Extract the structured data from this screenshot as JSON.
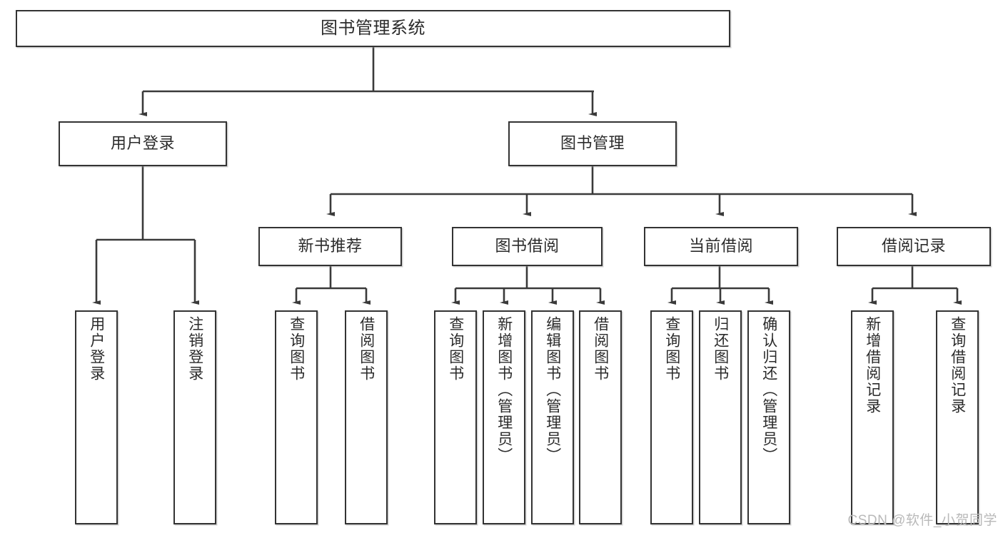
{
  "diagram": {
    "title": "图书管理系统",
    "watermark": "CSDN @软件_小贺同学",
    "colors": {
      "box_border": "#333333",
      "box_fill": "#ffffff",
      "connector": "#3a3a3a",
      "text": "#2b2b2b",
      "watermark": "#b9b9b9",
      "background": "#ffffff"
    },
    "levels": {
      "root": {
        "label": "图书管理系统"
      },
      "level2": [
        {
          "label": "用户登录"
        },
        {
          "label": "图书管理"
        }
      ],
      "level3": [
        {
          "label": "新书推荐"
        },
        {
          "label": "图书借阅"
        },
        {
          "label": "当前借阅"
        },
        {
          "label": "借阅记录"
        }
      ],
      "leaves": {
        "user_login": [
          {
            "label": "用户登录"
          },
          {
            "label": "注销登录"
          }
        ],
        "new_book_recommend": [
          {
            "label": "查询图书"
          },
          {
            "label": "借阅图书"
          }
        ],
        "book_borrow": [
          {
            "label": "查询图书"
          },
          {
            "label": "新增图书（管理员）"
          },
          {
            "label": "编辑图书（管理员）"
          },
          {
            "label": "借阅图书"
          }
        ],
        "current_borrow": [
          {
            "label": "查询图书"
          },
          {
            "label": "归还图书"
          },
          {
            "label": "确认归还（管理员）"
          }
        ],
        "borrow_record": [
          {
            "label": "新增借阅记录"
          },
          {
            "label": "查询借阅记录"
          }
        ]
      }
    }
  }
}
